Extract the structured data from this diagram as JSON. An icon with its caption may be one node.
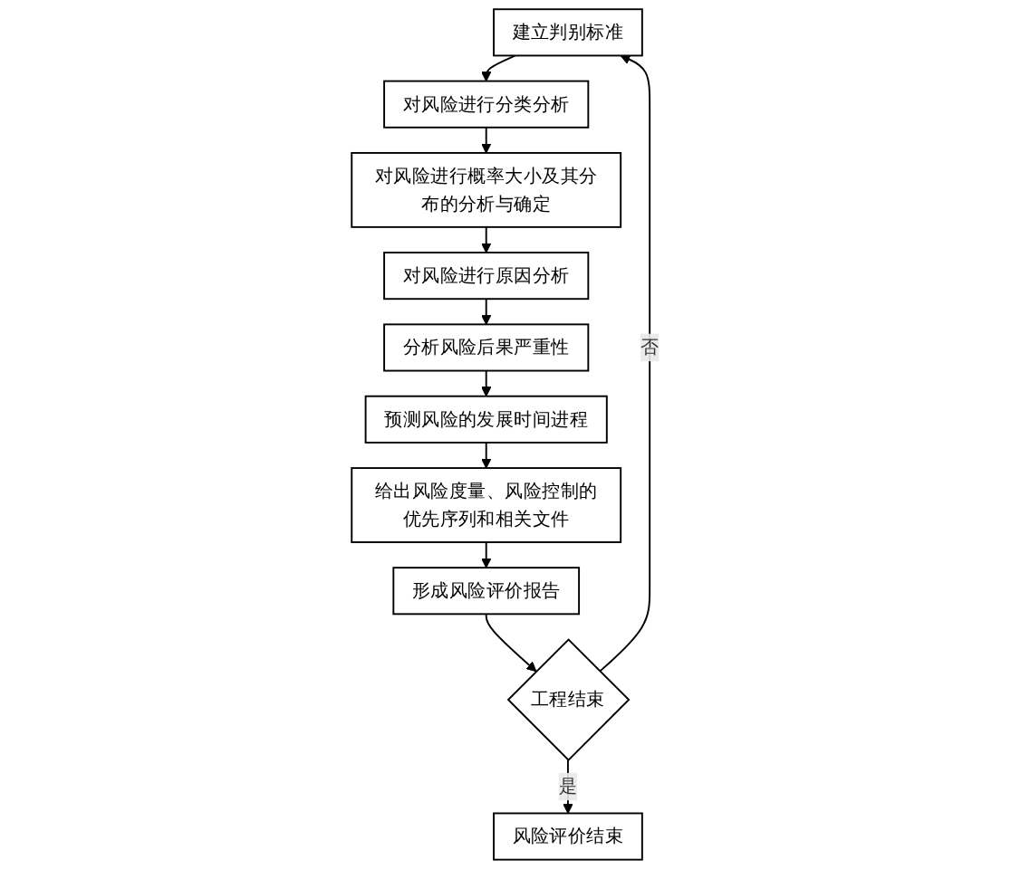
{
  "diagram": {
    "nodes": [
      {
        "text": [
          "建立判别标准"
        ]
      },
      {
        "text": [
          "对风险进行分类分析"
        ]
      },
      {
        "text": [
          "对风险进行概率大小及其分布的分析与确定"
        ]
      },
      {
        "text": [
          "对风险进行原因分析"
        ]
      },
      {
        "text": [
          "分析风险后果严重性"
        ]
      },
      {
        "text": [
          "预测风险的发展时间进程"
        ]
      },
      {
        "text": [
          "给出风险度量、风险控制的优先序列和相关文件"
        ]
      },
      {
        "text": [
          "形成风险评价报告"
        ]
      },
      {
        "text": [
          "工程结束"
        ]
      },
      {
        "text": [
          "风险评价结束"
        ]
      }
    ],
    "edges": [
      {
        "from": 0,
        "to": 1,
        "arrow": "to"
      },
      {
        "from": 1,
        "to": 2,
        "arrow": "to"
      },
      {
        "from": 2,
        "to": 3,
        "arrow": "to"
      },
      {
        "from": 3,
        "to": 4,
        "arrow": "to"
      },
      {
        "from": 4,
        "to": 5,
        "arrow": "to"
      },
      {
        "from": 5,
        "to": 6,
        "arrow": "to"
      },
      {
        "from": 6,
        "to": 7,
        "arrow": "to"
      },
      {
        "from": 7,
        "to": 8,
        "arrow": "to"
      },
      {
        "from": 8,
        "to": 0,
        "arrow": "to",
        "label": "否"
      },
      {
        "from": 8,
        "to": 9,
        "arrow": "to",
        "label": "是"
      }
    ]
  }
}
